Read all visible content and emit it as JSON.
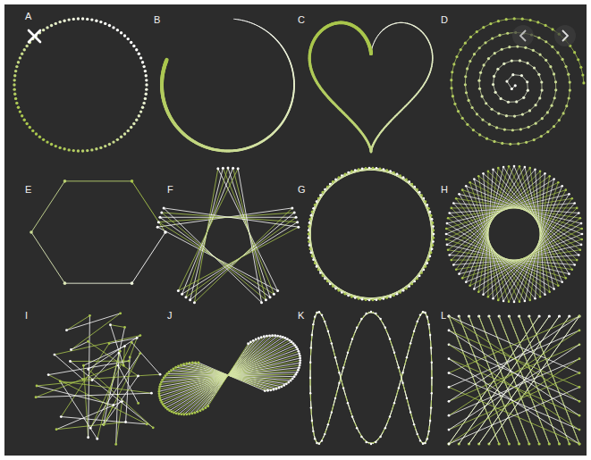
{
  "diagram": {
    "labels": [
      "A",
      "B",
      "C",
      "D",
      "E",
      "F",
      "G",
      "H",
      "I",
      "J",
      "K",
      "L"
    ]
  }
}
